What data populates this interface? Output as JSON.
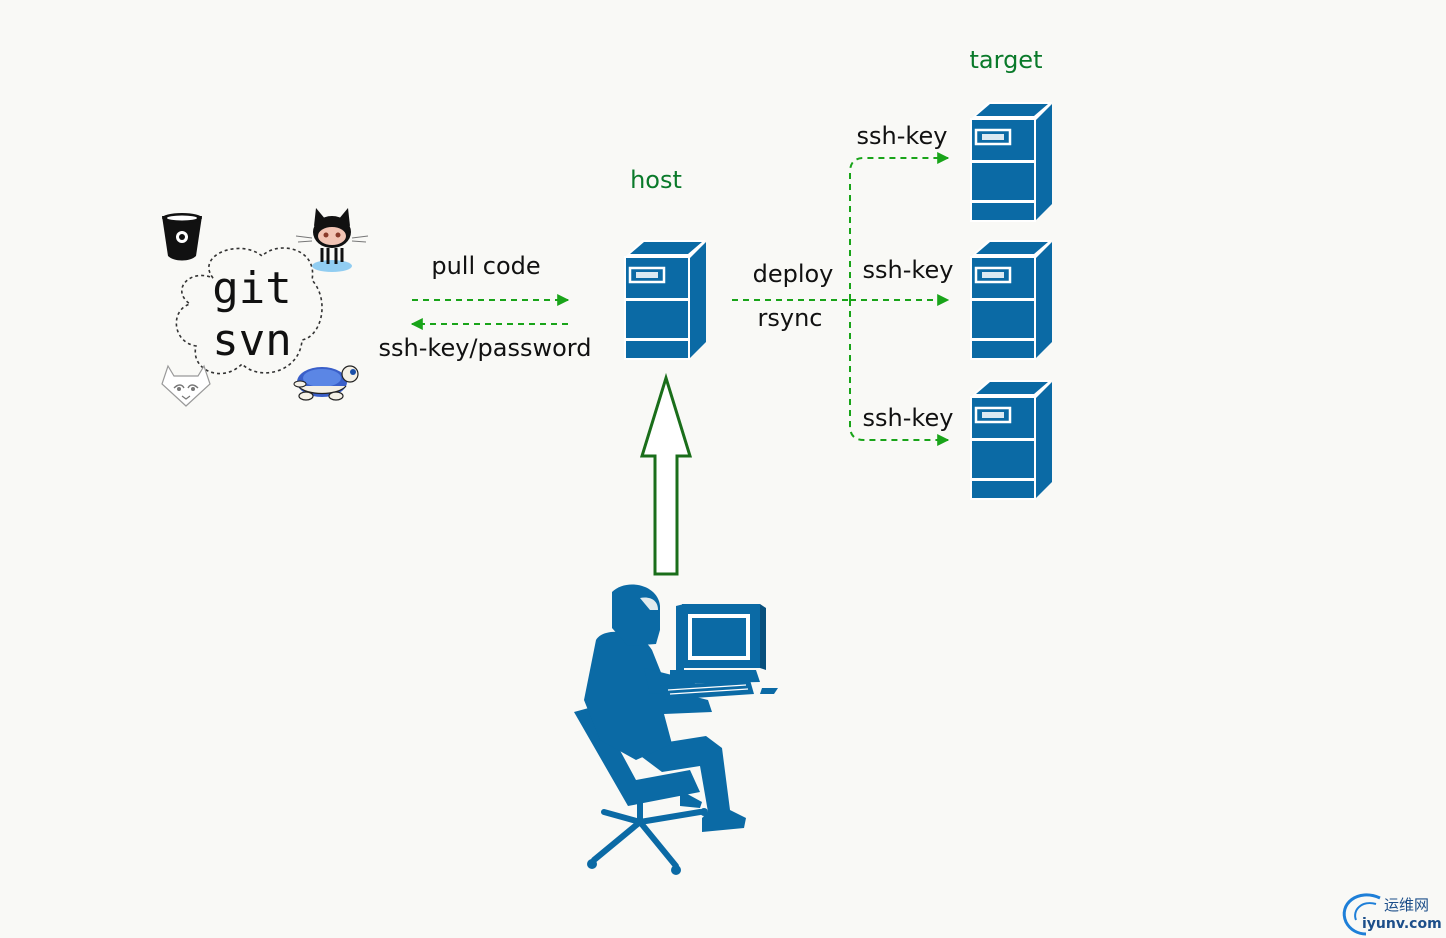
{
  "labels": {
    "target": "target",
    "host": "host",
    "pull_code": "pull code",
    "ssh_key_password": "ssh-key/password",
    "deploy": "deploy",
    "rsync": "rsync",
    "ssh_key_1": "ssh-key",
    "ssh_key_2": "ssh-key",
    "ssh_key_3": "ssh-key"
  },
  "vcs": {
    "line1": "git",
    "line2": "svn",
    "icons": [
      "bitbucket-icon",
      "github-octocat-icon",
      "gitlab-icon",
      "tortoise-svn-icon"
    ]
  },
  "watermark": {
    "chinese": "运维网",
    "domain": "iyunv.com"
  },
  "colors": {
    "server_blue": "#0b6aa5",
    "label_green": "#0a7a2a",
    "dashed_arrow": "#19a419",
    "up_arrow": "#1a6e1a"
  },
  "icons": {
    "host_server": "server-icon",
    "target_servers": [
      "server-icon",
      "server-icon",
      "server-icon"
    ],
    "operator": "person-at-computer-icon",
    "up_arrow": "hollow-up-arrow-icon"
  }
}
